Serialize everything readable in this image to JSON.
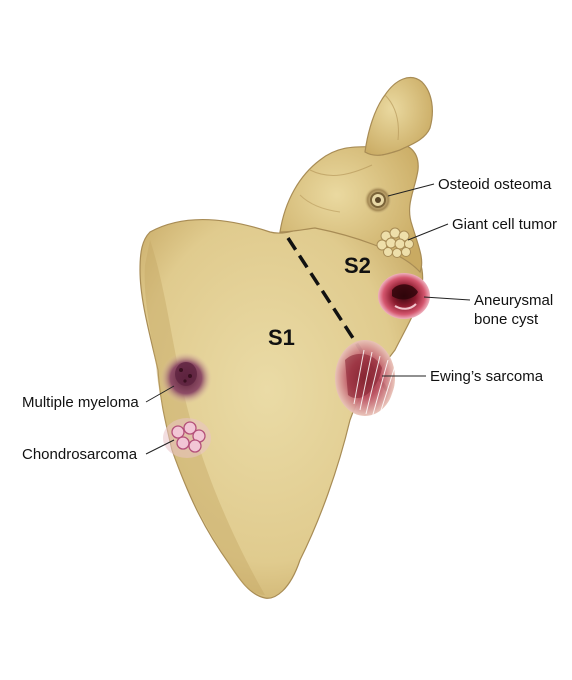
{
  "zones": {
    "s1": "S1",
    "s2": "S2"
  },
  "labels": {
    "osteoid_osteoma": "Osteoid osteoma",
    "giant_cell_tumor": "Giant cell tumor",
    "aneurysmal_line1": "Aneurysmal",
    "aneurysmal_line2": "bone cyst",
    "ewings_sarcoma": "Ewing’s sarcoma",
    "multiple_myeloma": "Multiple myeloma",
    "chondrosarcoma": "Chondrosarcoma"
  },
  "colors": {
    "bone": "#e2cf96",
    "bone_shade": "#c9ae6c",
    "bone_outline": "#9c8450",
    "lesion_red": "#b0334d",
    "lesion_pink": "#e7a9c0",
    "myeloma_purple": "#7d4157"
  }
}
